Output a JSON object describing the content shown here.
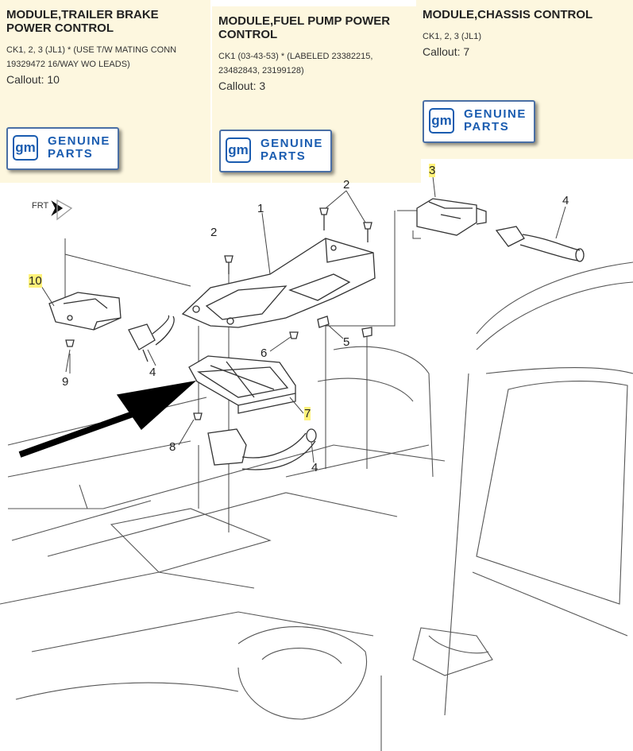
{
  "panels": [
    {
      "title": "MODULE,TRAILER BRAKE POWER CONTROL",
      "desc": "CK1, 2, 3 (JL1) * (USE T/W MATING CONN 19329472 16/WAY WO LEADS)",
      "callout": "Callout: 10"
    },
    {
      "title": "MODULE,FUEL PUMP POWER CONTROL",
      "desc": "CK1 (03-43-53) * (LABELED 23382215, 23482843, 23199128)",
      "callout": "Callout: 3"
    },
    {
      "title": "MODULE,CHASSIS CONTROL",
      "desc": "CK1, 2, 3 (JL1)",
      "callout": "Callout: 7"
    }
  ],
  "badge": {
    "logo": "gm",
    "line1": "GENUINE",
    "line2": "PARTS"
  },
  "diagram": {
    "orientation_label": "FRT",
    "callouts": {
      "c1": "1",
      "c2a": "2",
      "c2b": "2",
      "c3": "3",
      "c4a": "4",
      "c4b": "4",
      "c4c": "4",
      "c5": "5",
      "c6": "6",
      "c7": "7",
      "c8": "8",
      "c9": "9",
      "c10": "10"
    },
    "highlighted": [
      "3",
      "7",
      "10"
    ],
    "highlight_color": "#fff27a",
    "pointer_arrow": "black-arrow-pointing-to-callout-7"
  }
}
